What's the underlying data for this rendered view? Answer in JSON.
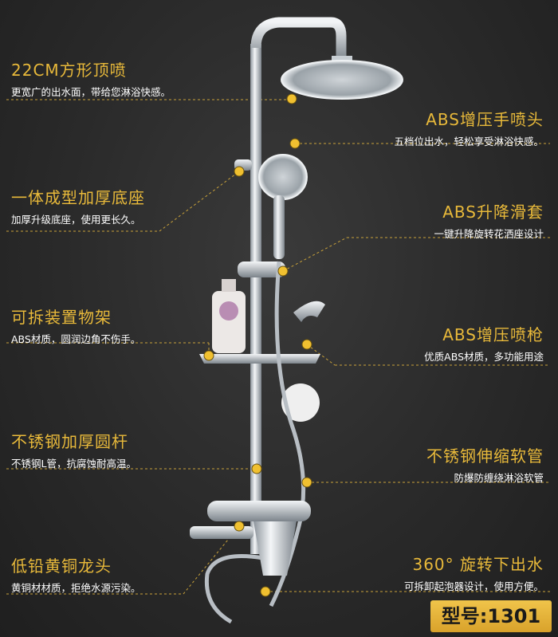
{
  "features": [
    {
      "id": "head",
      "title": "22CM方形顶喷",
      "desc": "更宽广的出水面，带给您淋浴快感。"
    },
    {
      "id": "hand",
      "title": "ABS增压手喷头",
      "desc": "五档位出水，轻松享受淋浴快感。"
    },
    {
      "id": "base",
      "title": "一体成型加厚底座",
      "desc": "加厚升级底座，使用更长久。"
    },
    {
      "id": "slider",
      "title": "ABS升降滑套",
      "desc": "一键升降旋转花洒座设计"
    },
    {
      "id": "shelf",
      "title": "可拆装置物架",
      "desc": "ABS材质，圆润边角不伤手。"
    },
    {
      "id": "sprayer",
      "title": "ABS增压喷枪",
      "desc": "优质ABS材质，多功能用途"
    },
    {
      "id": "rod",
      "title": "不锈钢加厚圆杆",
      "desc": "不锈钢L管，抗腐蚀耐高温。"
    },
    {
      "id": "hose",
      "title": "不锈钢伸缩软管",
      "desc": "防爆防缠绕淋浴软管"
    },
    {
      "id": "faucet",
      "title": "低铅黄铜龙头",
      "desc": "黄铜材材质，拒绝水源污染。"
    },
    {
      "id": "spout",
      "title": "360°  旋转下出水",
      "desc": "可拆卸起泡器设计，使用方便。"
    }
  ],
  "model": "型号:1301",
  "colors": {
    "accent": "#e8b93a",
    "chrome": "#d8dde2",
    "dot": "#f0c030"
  }
}
